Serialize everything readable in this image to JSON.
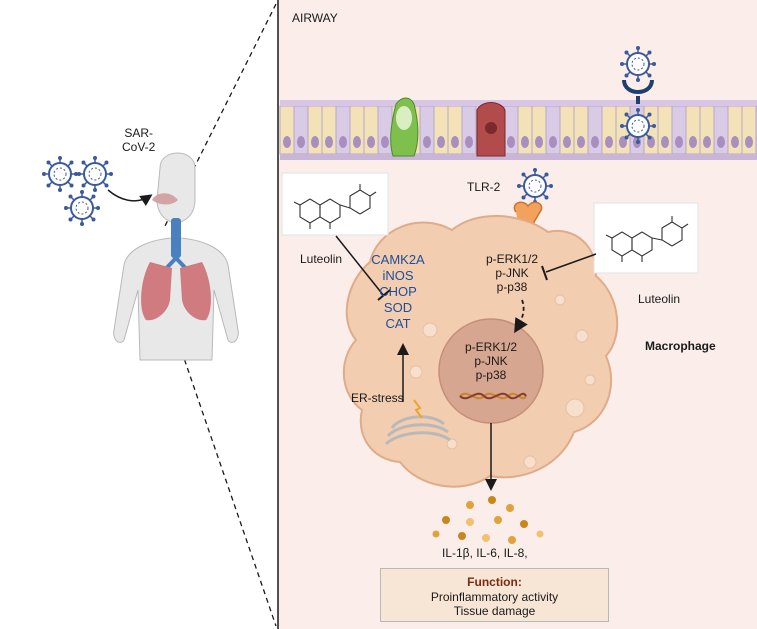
{
  "labels": {
    "airway": "AIRWAY",
    "virus_left": "SAR-\nCoV-2",
    "tlr2": "TLR-2",
    "luteolin_left": "Luteolin",
    "luteolin_right": "Luteolin",
    "macrophage": "Macrophage",
    "er_stress": "ER-stress",
    "cytokines": "IL-1β, IL-6, IL-8,"
  },
  "left_markers": {
    "items": [
      "CAMK2A",
      "iNOS",
      "CHOP",
      "SOD",
      "CAT"
    ]
  },
  "cytoplasm_kinases": {
    "items": [
      "p-ERK1/2",
      "p-JNK",
      "p-p38"
    ]
  },
  "nuclear_kinases": {
    "items": [
      "p-ERK1/2",
      "p-JNK",
      "p-p38"
    ]
  },
  "function_box": {
    "title": "Function:",
    "line1": "Proinflammatory activity",
    "line2": "Tissue damage"
  },
  "colors": {
    "airway_bg": "#fbeeea",
    "macrophage_fill": "#f2cdb0",
    "nucleus_fill": "#d7a690",
    "marker_text": "#1f4e99",
    "virus": "#3a5a9c",
    "cilia_cells": "#f3e2b8",
    "goblet_cell": "#7fbf4d",
    "receptor": "#f2a25c",
    "function_box": "#f7e6d6"
  }
}
